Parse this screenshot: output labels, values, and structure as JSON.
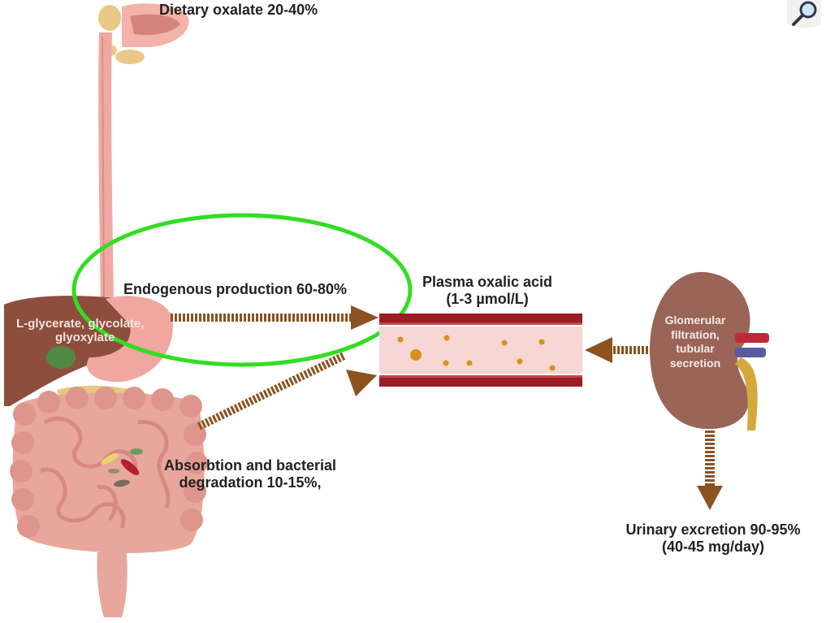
{
  "labels": {
    "dietary": "Dietary oxalate 20-40%",
    "endogenous": "Endogenous production 60-80%",
    "liver_line1": "L-glycerate, glycolate,",
    "liver_line2": "glyoxylate",
    "plasma_line1": "Plasma oxalic acid",
    "plasma_line2": "(1-3 µmol/L)",
    "kidney_line1": "Glomerular",
    "kidney_line2": "filtration,",
    "kidney_line3": "tubular",
    "kidney_line4": "secretion",
    "absorption_line1": "Absorbtion and bacterial",
    "absorption_line2": "degradation 10-15%,",
    "urinary_line1": "Urinary excretion 90-95%",
    "urinary_line2": "(40-45 mg/day)"
  },
  "colors": {
    "arrow": "#8a5320",
    "highlight_ellipse": "#33dd22",
    "vessel_wall": "#9b1c24",
    "vessel_lumen": "#f7d6d3",
    "particle": "#d9901a",
    "liver": "#8e4e3d",
    "gut": "#e7a79d",
    "kidney": "#9a6457",
    "esophagus": "#f0a9a2"
  },
  "icons": {
    "zoom": "magnifier-icon"
  }
}
